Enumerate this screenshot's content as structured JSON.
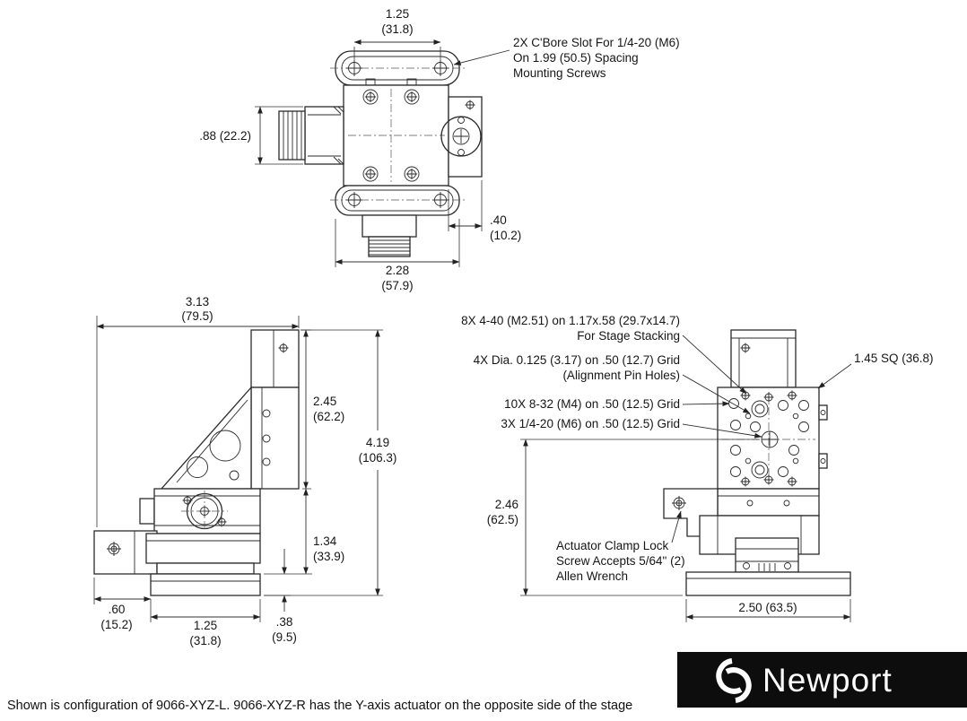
{
  "page": {
    "caption": "Shown is configuration of 9066-XYZ-L. 9066-XYZ-R has the Y-axis actuator on the opposite side of the stage"
  },
  "logo": {
    "brand": "Newport"
  },
  "top_view": {
    "dim_slot_spacing": {
      "value": "1.25",
      "metric": "(31.8)"
    },
    "cbore_callout": {
      "line1": "2X C'Bore Slot For 1/4-20 (M6)",
      "line2": "On 1.99 (50.5) Spacing",
      "line3": "Mounting Screws"
    },
    "dim_actuator_height": ".88 (22.2)",
    "dim_right_offset": {
      "value": ".40",
      "metric": "(10.2)"
    },
    "dim_body_width": {
      "value": "2.28",
      "metric": "(57.9)"
    }
  },
  "side_view": {
    "dim_overall_width": {
      "value": "3.13",
      "metric": "(79.5)"
    },
    "dim_upper_height": {
      "value": "2.45",
      "metric": "(62.2)"
    },
    "dim_overall_height": {
      "value": "4.19",
      "metric": "(106.3)"
    },
    "dim_lower_height": {
      "value": "1.34",
      "metric": "(33.9)"
    },
    "dim_bracket_offset": {
      "value": ".60",
      "metric": "(15.2)"
    },
    "dim_base_width": {
      "value": "1.25",
      "metric": "(31.8)"
    },
    "dim_plate_thickness": {
      "value": ".38",
      "metric": "(9.5)"
    }
  },
  "front_view": {
    "stacking_callout": {
      "line1": "8X 4-40 (M2.51) on 1.17x.58 (29.7x14.7)",
      "line2": "For Stage Stacking"
    },
    "pin_callout": {
      "line1": "4X Dia. 0.125 (3.17) on .50 (12.7) Grid",
      "line2": "(Alignment Pin Holes)"
    },
    "screw_832_callout": "10X 8-32 (M4) on .50 (12.5) Grid",
    "screw_1420_callout": "3X 1/4-20 (M6) on .50 (12.5) Grid",
    "square_callout": "1.45 SQ (36.8)",
    "dim_face_height": {
      "value": "2.46",
      "metric": "(62.5)"
    },
    "clamp_callout": {
      "line1": "Actuator Clamp Lock",
      "line2": "Screw Accepts 5/64\" (2)",
      "line3": "Allen Wrench"
    },
    "dim_base_width": "2.50 (63.5)"
  }
}
